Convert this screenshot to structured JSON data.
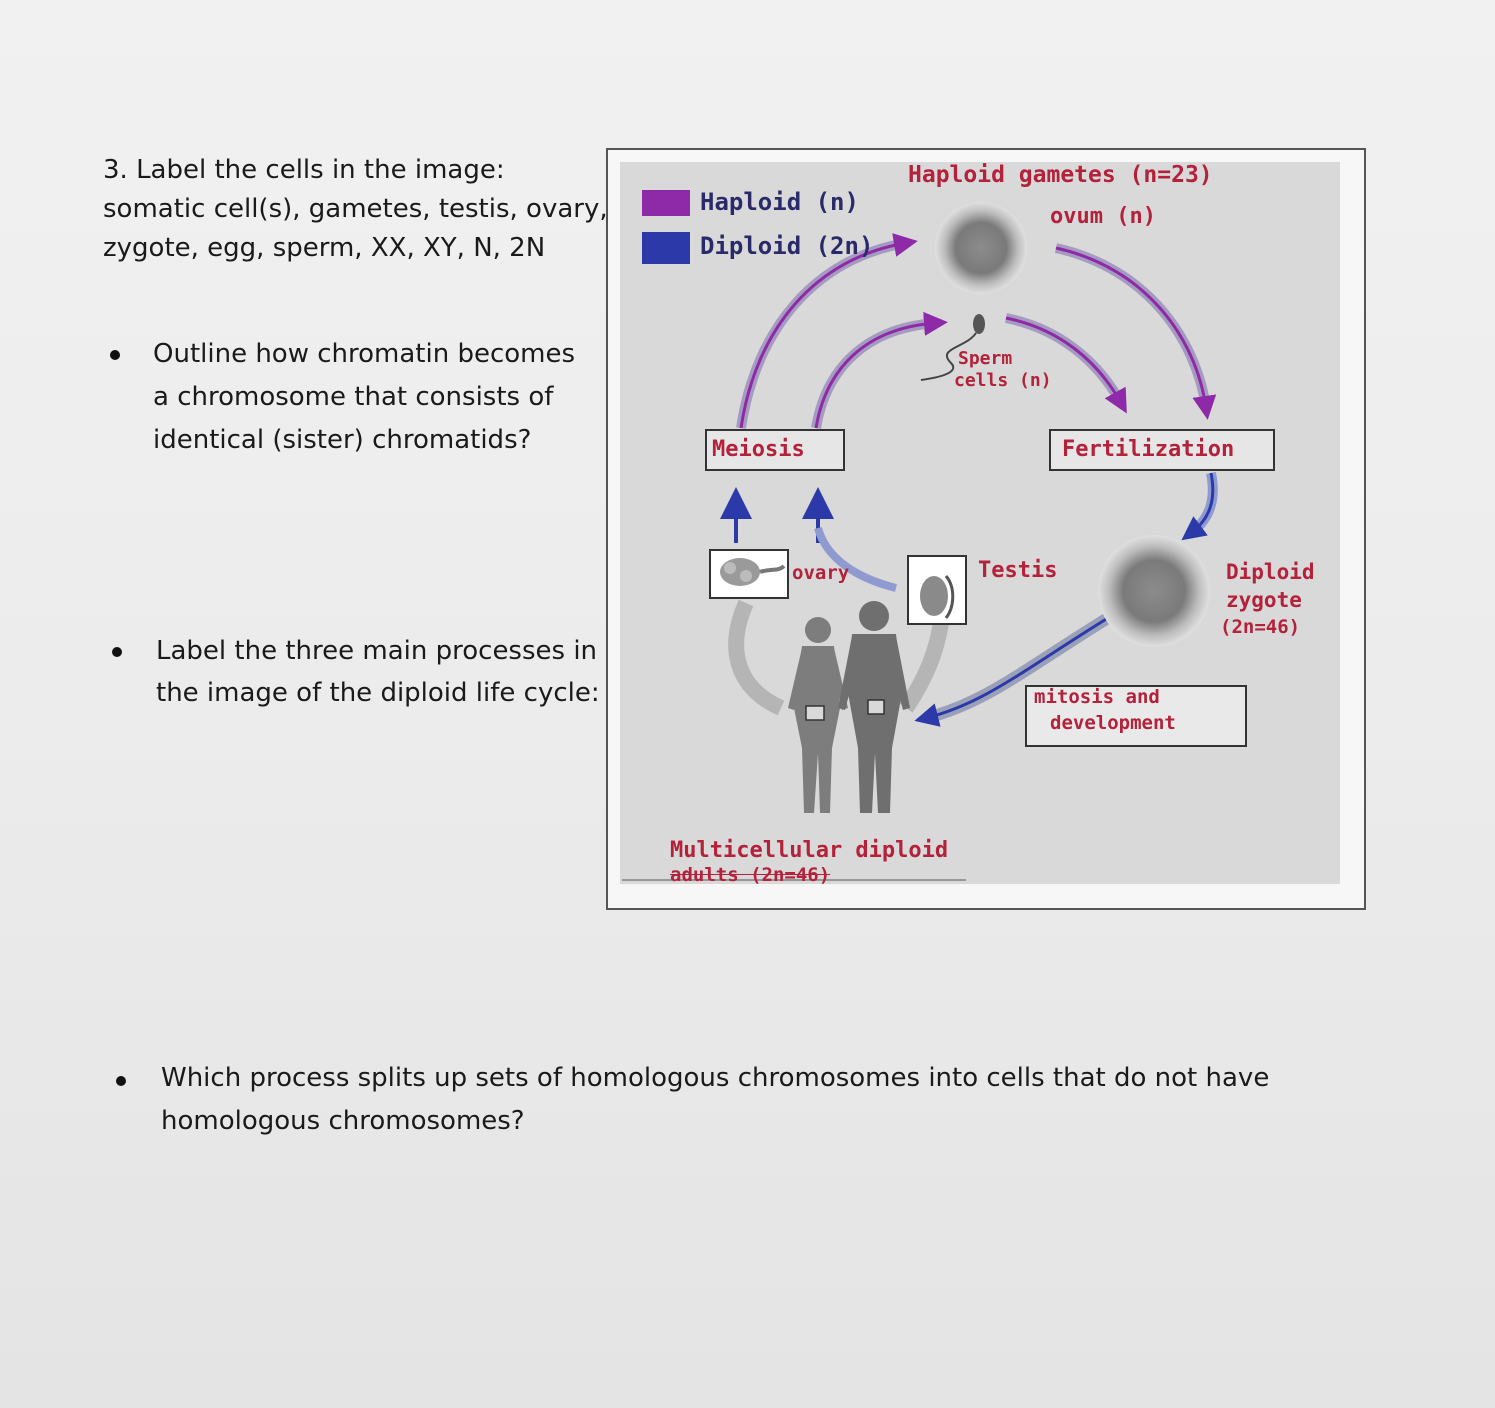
{
  "question": {
    "line1": "3. Label the cells in the image:",
    "line2": "somatic cell(s), gametes, testis, ovary,",
    "line3": "zygote, egg, sperm, XX, XY, N, 2N"
  },
  "bullets": [
    {
      "lines": [
        "Outline how chromatin becomes",
        "a chromosome that consists of",
        "identical (sister) chromatids?"
      ]
    },
    {
      "lines": [
        "Label the three main processes in",
        "the image of the diploid life cycle:"
      ]
    },
    {
      "lines": [
        "Which process splits up sets of homologous chromosomes into cells that do not have",
        "homologous chromosomes?"
      ]
    }
  ],
  "figure": {
    "legend": {
      "haploid": "Haploid (n)",
      "diploid": "Diploid (2n)"
    },
    "annotations": {
      "gametes": "Haploid gametes (n=23)",
      "ovum": "ovum (n)",
      "sperm_1": "Sperm",
      "sperm_2": "cells (n)",
      "meiosis": "Meiosis",
      "fertilization": "Fertilization",
      "ovary": "ovary",
      "testis": "Testis",
      "zygote_1": "Diploid",
      "zygote_2": "zygote",
      "zygote_3": "(2n=46)",
      "mitosis_1": "mitosis  and",
      "mitosis_2": "development",
      "adults_1": "Multicellular diploid",
      "adults_2": "adults (2n=46)"
    },
    "colors": {
      "haploid": "#8e2aa8",
      "diploid": "#2b3aa8",
      "handwriting": "#b3213a"
    }
  }
}
